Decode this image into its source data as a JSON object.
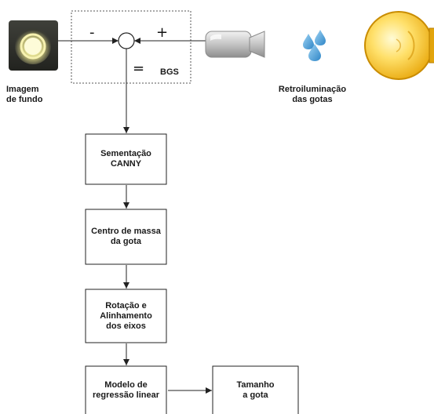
{
  "labels": {
    "background_image": "Imagem\nde fundo",
    "backlight": "Retroiluminação\ndas gotas",
    "minus": "-",
    "plus": "+",
    "equals": "=",
    "bgs": "BGS"
  },
  "steps": [
    "Sementação\nCANNY",
    "Centro de massa\nda gota",
    "Rotação e\nAlinhamento\ndos eixos",
    "Modelo de\nregressão linear",
    "Tamanho\na gota"
  ],
  "icons": {
    "background_image": "glowing-light-image-icon",
    "camera": "camera-icon",
    "droplets": "water-droplets-icon",
    "lightbulb": "lightbulb-icon"
  },
  "colors": {
    "droplet": "#5aa9dd",
    "bulb": "#f4c21c",
    "glow_bg": "#2e2f2a",
    "camera": "#bdbdbd"
  }
}
